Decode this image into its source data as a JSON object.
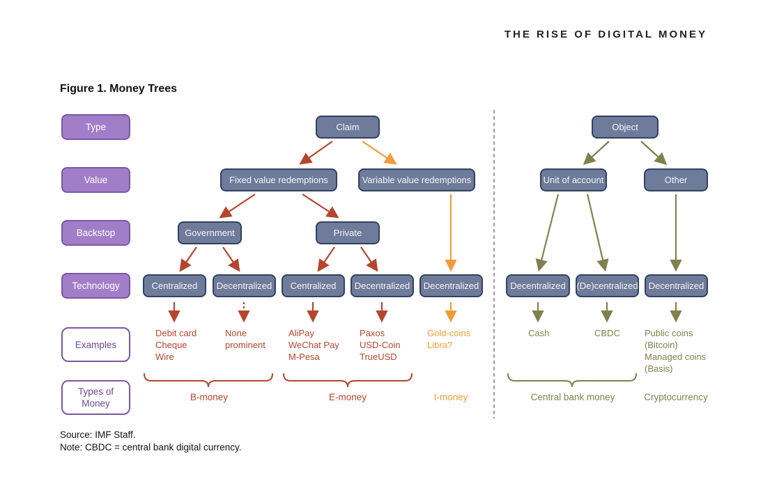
{
  "page": {
    "header_title": "THE RISE OF DIGITAL MONEY",
    "figure_title": "Figure 1. Money Trees",
    "source_line": "Source: IMF Staff.",
    "note_line": "Note: CBDC = central bank digital currency."
  },
  "row_labels": {
    "type": "Type",
    "value": "Value",
    "backstop": "Backstop",
    "technology": "Technology",
    "examples": "Examples",
    "types_of_money": "Types of\nMoney"
  },
  "claim_tree": {
    "root": "Claim",
    "fixed": "Fixed value redemptions",
    "variable": "Variable value redemptions",
    "government": "Government",
    "private": "Private",
    "tech": [
      "Centralized",
      "Decentralized",
      "Centralized",
      "Decentralized",
      "Decentralized"
    ],
    "examples": {
      "debit": "Debit card\nCheque\nWire",
      "none": "None\nprominent",
      "alipay": "AliPay\nWeChat Pay\nM-Pesa",
      "paxos": "Paxos\nUSD-Coin\nTrueUSD",
      "gold": "Gold-coins\nLibra?"
    },
    "money_types": {
      "b": "B-money",
      "e": "E-money",
      "i": "I-money"
    }
  },
  "object_tree": {
    "root": "Object",
    "unit": "Unit of account",
    "other": "Other",
    "tech": [
      "Decentralized",
      "(De)centralized",
      "Decentralized"
    ],
    "examples": {
      "cash": "Cash",
      "cbdc": "CBDC",
      "coins": "Public coins\n(Bitcoin)\nManaged coins\n(Basis)"
    },
    "money_types": {
      "cbm": "Central bank money",
      "crypto": "Cryptocurrency"
    }
  },
  "colors": {
    "red": "#b5452e",
    "orange": "#f09c3a",
    "olive": "#80804f",
    "purple_fill": "#a17ec7",
    "purple_border": "#7b57a5",
    "purple_text": "#6b4799",
    "slate_fill": "#6f7b9a",
    "slate_border": "#32415f",
    "divider": "#8f6b8f"
  }
}
